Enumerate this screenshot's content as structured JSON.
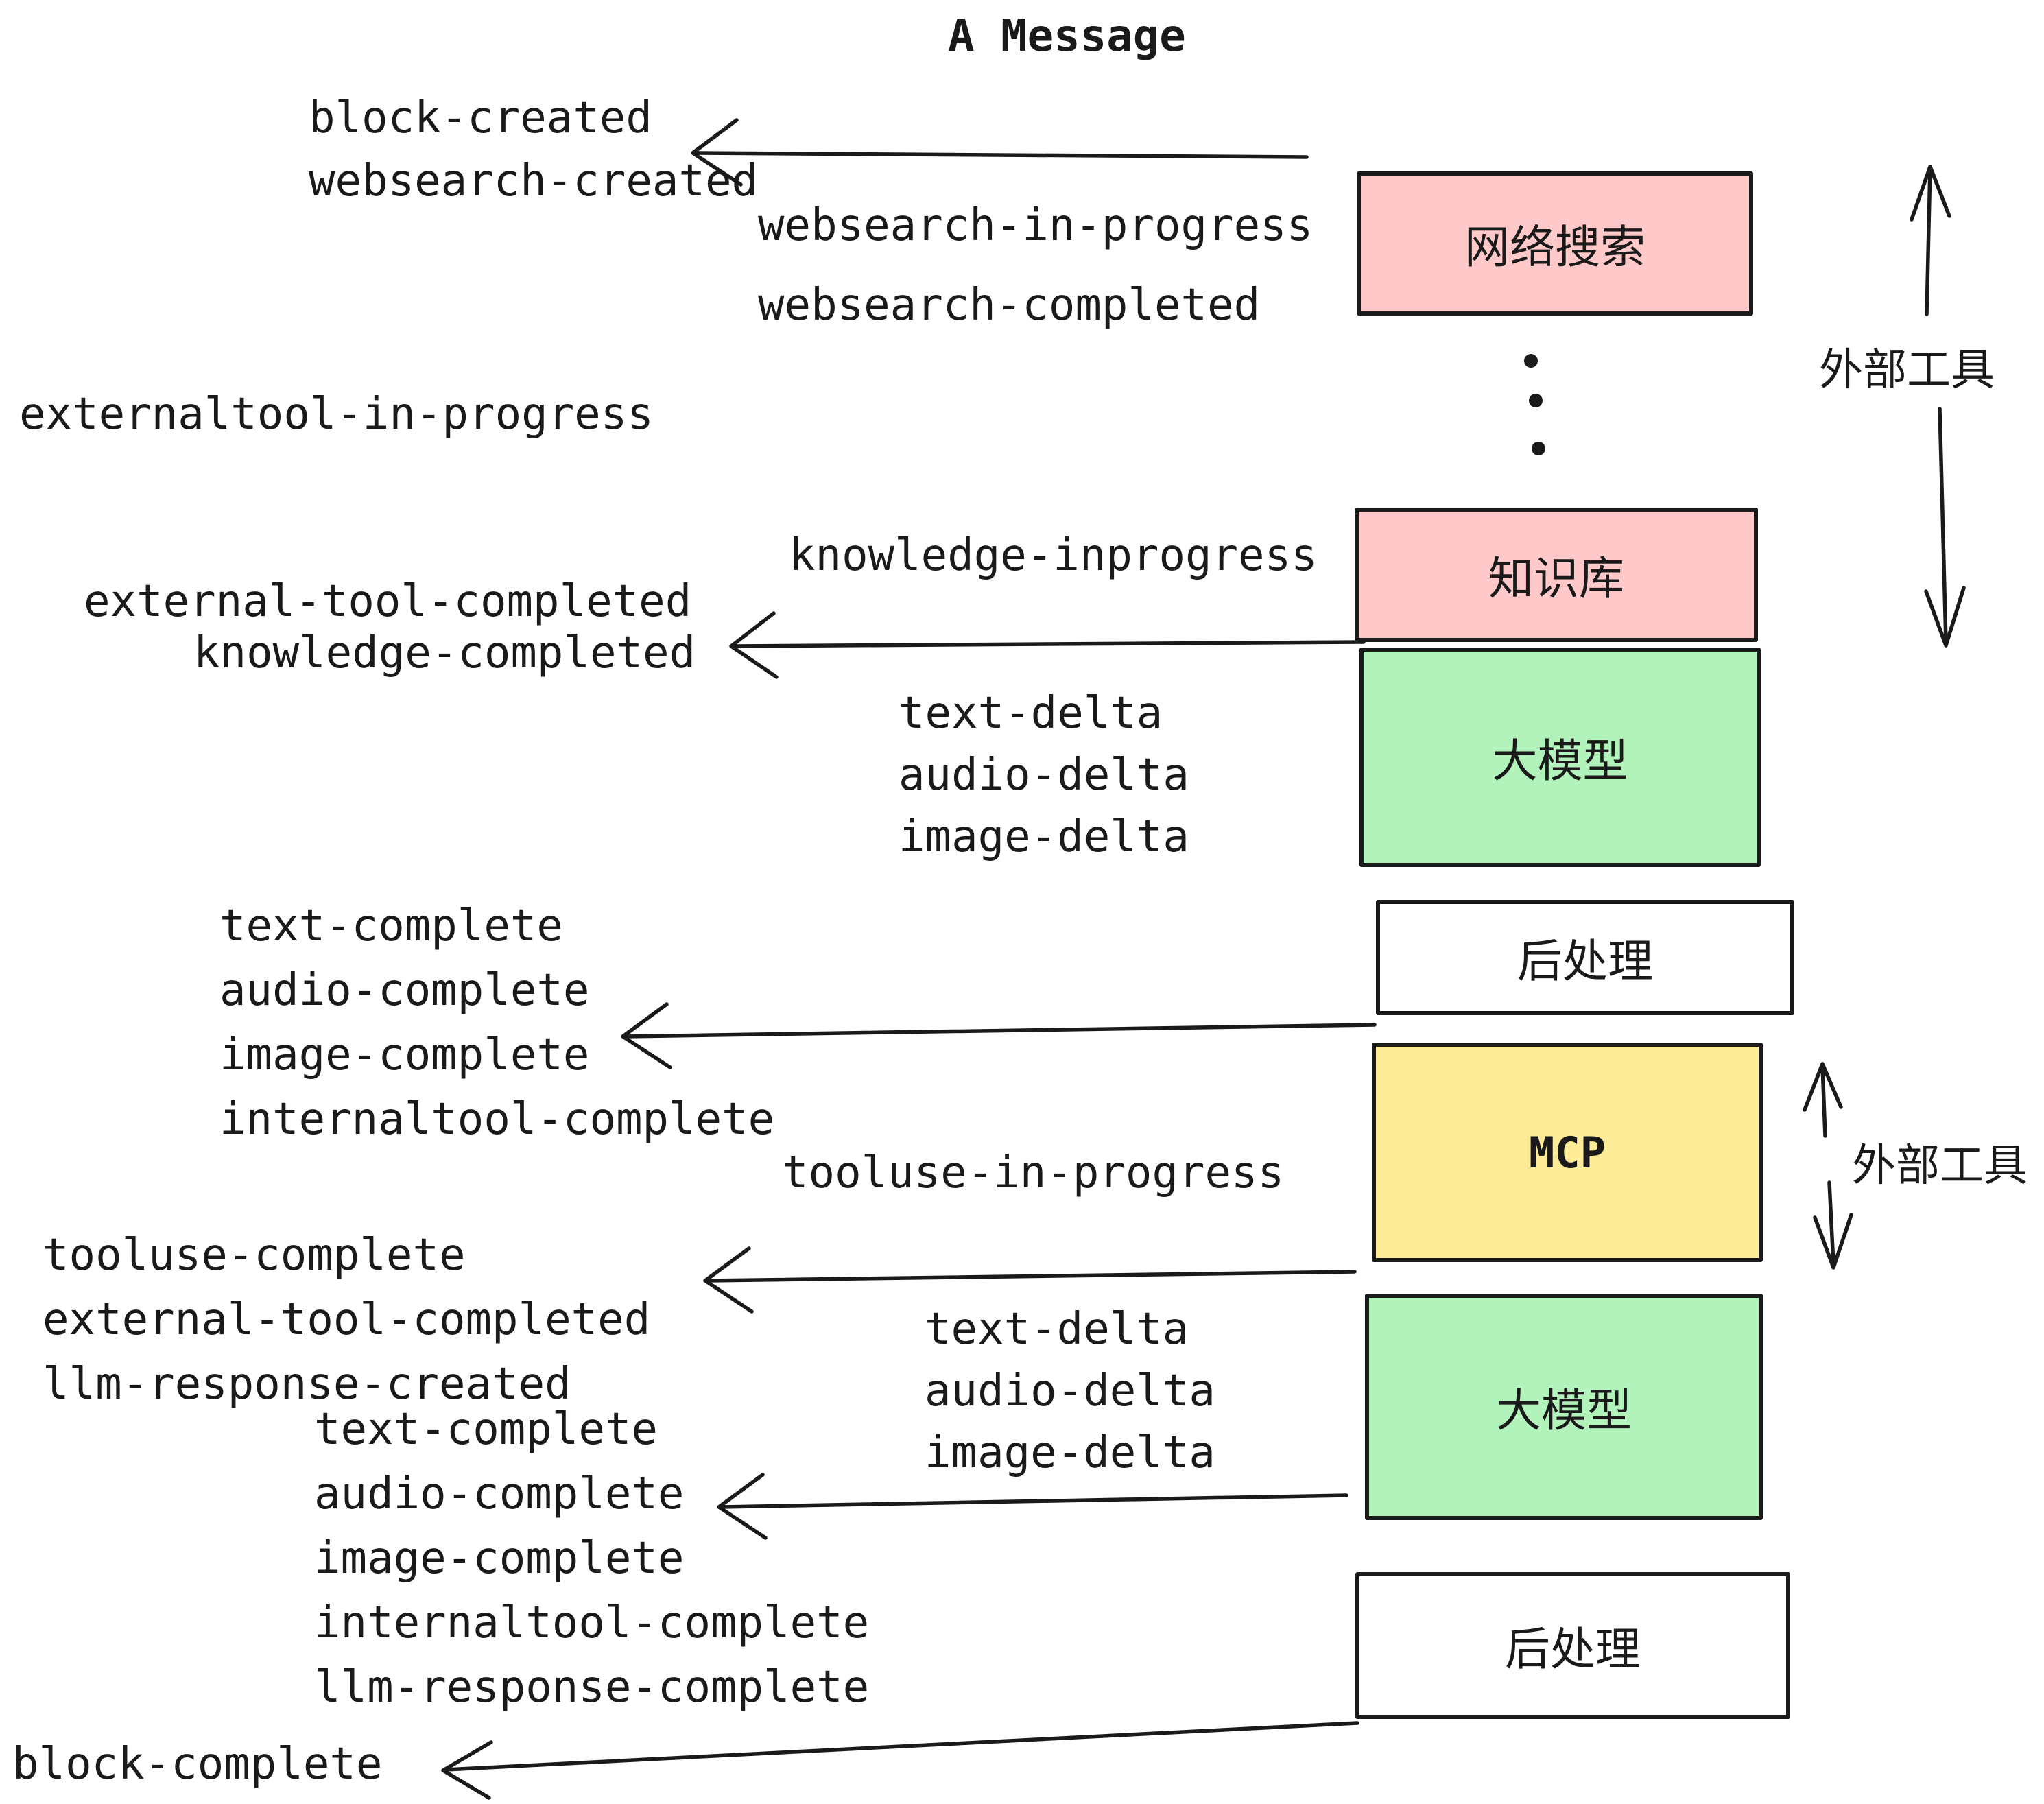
{
  "title": "A Message",
  "colors": {
    "ink": "#1a1a1a",
    "pink_box": "#ffc9c9",
    "green_box": "#b2f2bb",
    "yellow_box": "#ffec99",
    "white_box": "#ffffff",
    "background": "#ffffff"
  },
  "boxes": [
    {
      "id": "websearch",
      "label": "网络搜索"
    },
    {
      "id": "knowledge",
      "label": "知识库"
    },
    {
      "id": "llm-1",
      "label": "大模型"
    },
    {
      "id": "post-1",
      "label": "后处理"
    },
    {
      "id": "mcp",
      "label": "MCP"
    },
    {
      "id": "llm-2",
      "label": "大模型"
    },
    {
      "id": "post-2",
      "label": "后处理"
    }
  ],
  "side_labels": {
    "external_tools_top": "外部工具",
    "external_tools_mid": "外部工具"
  },
  "events": {
    "block_created": "block-created",
    "websearch_created": "websearch-created",
    "websearch_in_progress": "websearch-in-progress",
    "websearch_completed": "websearch-completed",
    "externaltool_in_progress": "externaltool-in-progress",
    "knowledge_inprogress": "knowledge-inprogress",
    "external_tool_completed_1": "external-tool-completed",
    "knowledge_completed": "knowledge-completed",
    "text_delta_1": "text-delta",
    "audio_delta_1": "audio-delta",
    "image_delta_1": "image-delta",
    "text_complete_1": "text-complete",
    "audio_complete_1": "audio-complete",
    "image_complete_1": "image-complete",
    "internaltool_complete_1": "internaltool-complete",
    "tooluse_in_progress": "tooluse-in-progress",
    "tooluse_complete": "tooluse-complete",
    "external_tool_completed_2": "external-tool-completed",
    "llm_response_created": "llm-response-created",
    "text_delta_2": "text-delta",
    "audio_delta_2": "audio-delta",
    "image_delta_2": "image-delta",
    "text_complete_2": "text-complete",
    "audio_complete_2": "audio-complete",
    "image_complete_2": "image-complete",
    "internaltool_complete_2": "internaltool-complete",
    "llm_response_complete": "llm-response-complete",
    "block_complete": "block-complete"
  }
}
